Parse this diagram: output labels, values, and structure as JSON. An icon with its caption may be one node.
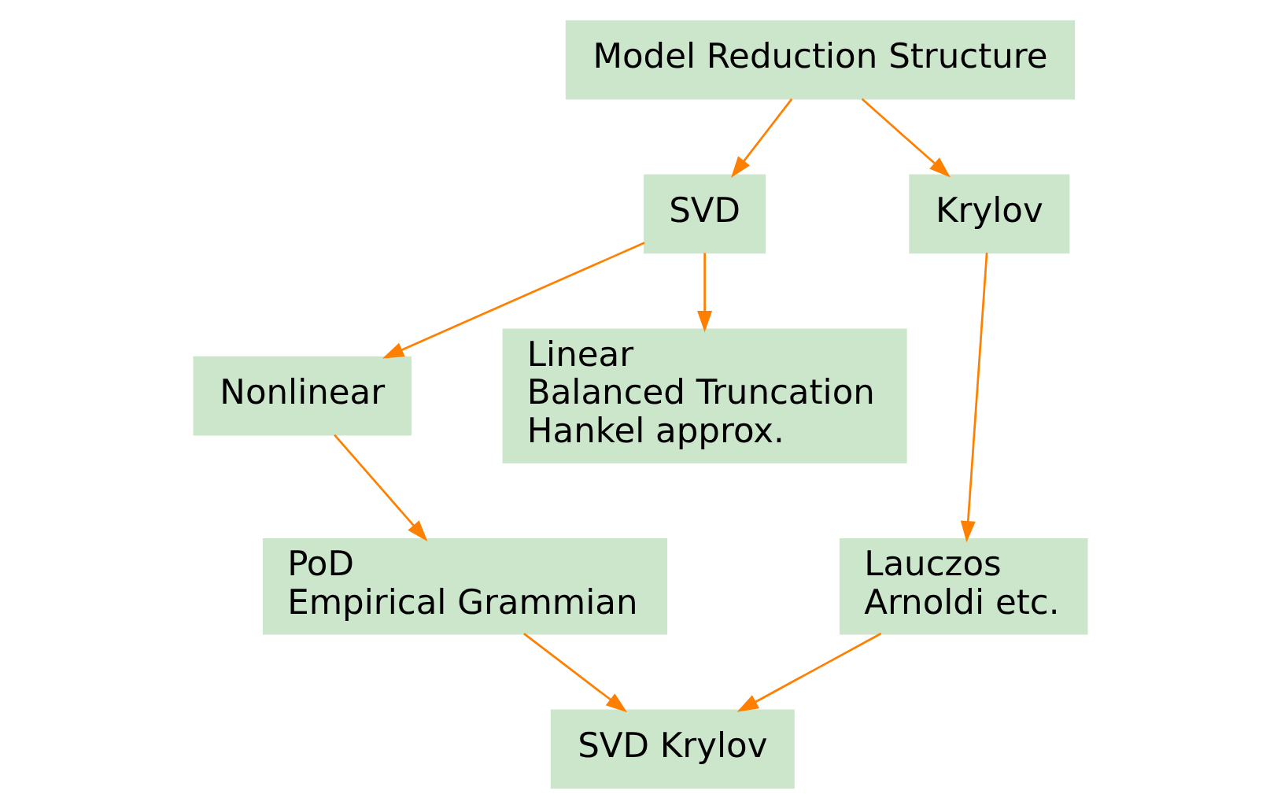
{
  "diagram": {
    "nodes": [
      {
        "text": [
          "Model Reduction Structure"
        ]
      },
      {
        "text": [
          "SVD"
        ]
      },
      {
        "text": [
          "Nonlinear"
        ]
      },
      {
        "text": [
          "Krylov"
        ]
      },
      {
        "text": [
          "PoD",
          "Empirical Grammian"
        ]
      },
      {
        "text": [
          "Linear",
          "Balanced Truncation",
          "Hankel approx."
        ]
      },
      {
        "text": [
          "Lauczos",
          "Arnoldi etc."
        ]
      },
      {
        "text": [
          "SVD Krylov"
        ]
      }
    ],
    "edges": [
      {
        "from": 0,
        "to": 1,
        "arrow": "to"
      },
      {
        "from": 0,
        "to": 3,
        "arrow": "to"
      },
      {
        "from": 1,
        "to": 2,
        "arrow": "to"
      },
      {
        "from": 1,
        "to": 5,
        "arrow": "to"
      },
      {
        "from": 2,
        "to": 4,
        "arrow": "to"
      },
      {
        "from": 3,
        "to": 6,
        "arrow": "to"
      },
      {
        "from": 4,
        "to": 7,
        "arrow": "to"
      },
      {
        "from": 6,
        "to": 7,
        "arrow": "to"
      }
    ]
  }
}
